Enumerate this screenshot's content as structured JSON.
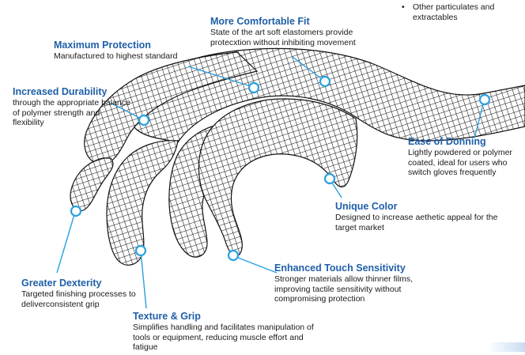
{
  "bullet": "Other particulates and extractables",
  "features": [
    {
      "id": "comfort",
      "title": "More Comfortable Fit",
      "desc": "State of the art soft elastomers provide protecxtion without inhibiting movement"
    },
    {
      "id": "protection",
      "title": "Maximum Protection",
      "desc": "Manufactured to highest standard"
    },
    {
      "id": "durability",
      "title": "Increased Durability",
      "desc": "through the appropriate balance of polymer strength and flexibility"
    },
    {
      "id": "donning",
      "title": "Ease of Donning",
      "desc": "Lightly powdered or polymer coated, ideal for users who switch gloves frequently"
    },
    {
      "id": "color",
      "title": "Unique Color",
      "desc": "Designed to increase aethetic appeal for the target market"
    },
    {
      "id": "touch",
      "title": "Enhanced Touch Sensitivity",
      "desc": "Stronger materials allow thinner films, improving tactile sensitivity without compromising protection"
    },
    {
      "id": "dexterity",
      "title": "Greater Dexterity",
      "desc": "Targeted finishing processes to deliverconsistent grip"
    },
    {
      "id": "grip",
      "title": "Texture & Grip",
      "desc": "Simplifies handling and facilitates manipulation of tools or equipment, reducing muscle effort and fatigue"
    }
  ],
  "colors": {
    "accent": "#1f5fa8",
    "marker": "#2aa0e0",
    "mesh": "#111111"
  }
}
